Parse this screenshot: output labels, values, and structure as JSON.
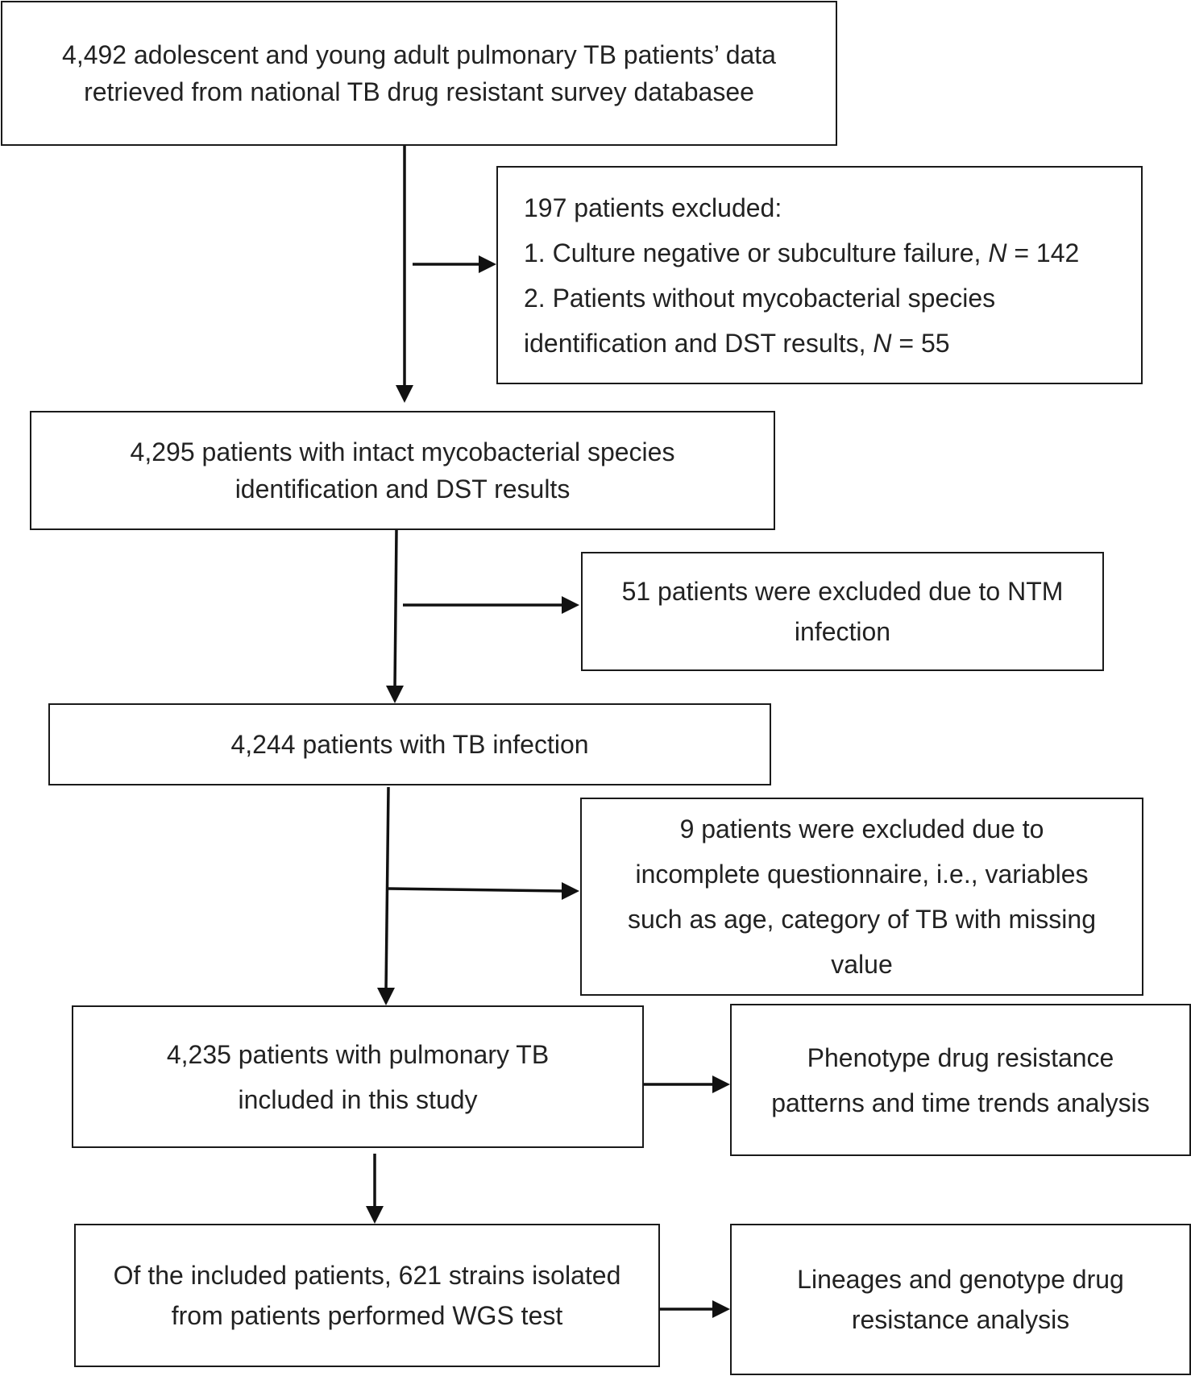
{
  "boxes": {
    "source": {
      "line1": "4,492 adolescent and young adult pulmonary TB patients’ data",
      "line2": "retrieved from national TB drug resistant survey databasee"
    },
    "excluded_197": {
      "line1": "197 patients excluded:",
      "line2_text": "1. Culture negative or subculture failure, ",
      "line2_var": "N",
      "line2_value": " = 142",
      "line3": "2. Patients without mycobacterial species",
      "line4_text": "identification and DST results, ",
      "line4_var": "N",
      "line4_value": " = 55"
    },
    "intact_4295": {
      "line1": "4,295 patients with intact mycobacterial species",
      "line2": "identification and DST results"
    },
    "excluded_ntm": {
      "line1": "51 patients were excluded due to NTM",
      "line2": "infection"
    },
    "tb_4244": {
      "line1": "4,244 patients with TB infection"
    },
    "excluded_questionnaire": {
      "line1": "9 patients were excluded due to",
      "line2": "incomplete questionnaire, i.e., variables",
      "line3": "such as age, category of TB with missing",
      "line4": "value"
    },
    "included_4235": {
      "line1": "4,235 patients with pulmonary TB",
      "line2": "included in this study"
    },
    "phenotype": {
      "line1": "Phenotype drug resistance",
      "line2": "patterns and time trends analysis"
    },
    "wgs": {
      "line1": "Of the included patients, 621 strains isolated",
      "line2": "from patients performed WGS test"
    },
    "lineages": {
      "line1": "Lineages and genotype drug",
      "line2": "resistance analysis"
    }
  }
}
